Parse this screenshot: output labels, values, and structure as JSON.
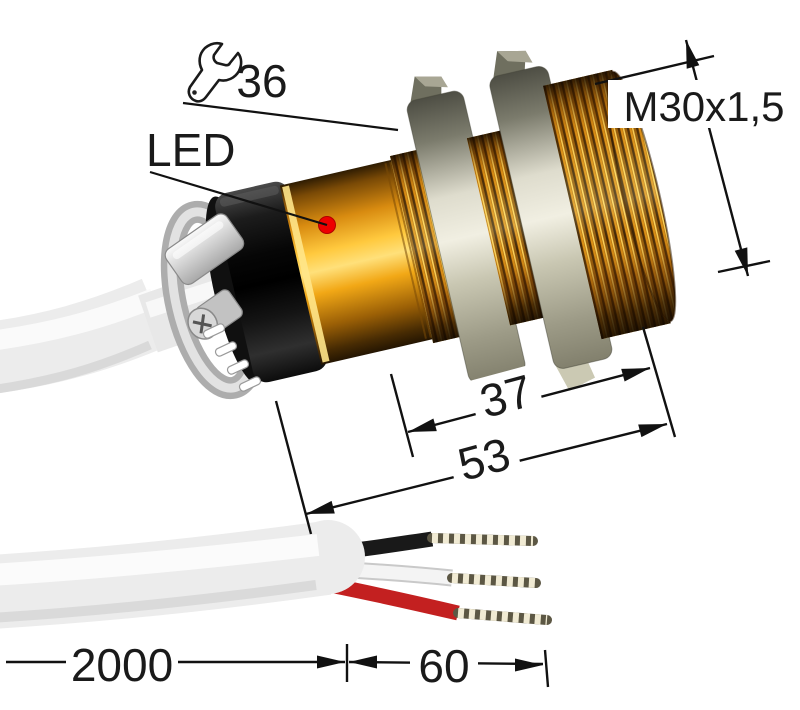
{
  "diagram": {
    "labels": {
      "wrench_size": "36",
      "led": "LED",
      "thread_spec": "M30x1,5",
      "thread_length": "37",
      "body_length": "53",
      "cable_length": "2000",
      "wire_length": "60"
    },
    "colors": {
      "body_gold": "#d89014",
      "gold_highlight": "#ffe07a",
      "led_red": "#ee0000",
      "nut_metal": "#d9d7c4",
      "cap_black": "#0c0c0c",
      "cable_white": "#ececec",
      "wire_black": "#191919",
      "wire_white": "#f4f4f4",
      "wire_red": "#c32020",
      "bare_wire": "#5c5744",
      "dimension_lines": "#111111"
    },
    "icons": [
      "wrench-icon"
    ]
  }
}
